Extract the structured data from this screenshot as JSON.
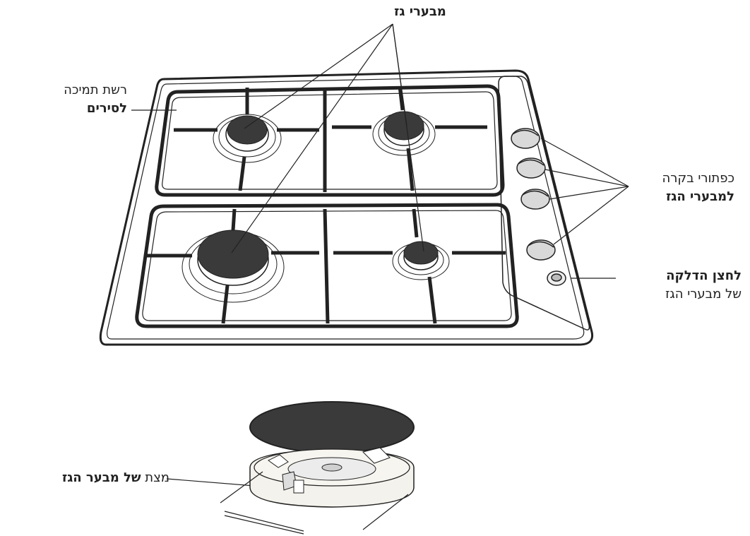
{
  "labels": {
    "gas_burners": "מבערי גז",
    "pan_support_grid": {
      "line1": "רשת תמיכה",
      "line2": "לסירים"
    },
    "burner_control_knobs": {
      "line1": "כפתורי בקרה",
      "line2": "למבערי הגז"
    },
    "ignition_button": {
      "line1": "לחצן הדלקה",
      "line2": "של מבערי הגז"
    },
    "burner_cap": {
      "plain": "מצת ",
      "bold": "של מבער הגז"
    }
  },
  "colors": {
    "outline": "#222222",
    "burner_cap": "#3a3a3a",
    "knob": "#d9d9d9",
    "background": "#ffffff"
  }
}
